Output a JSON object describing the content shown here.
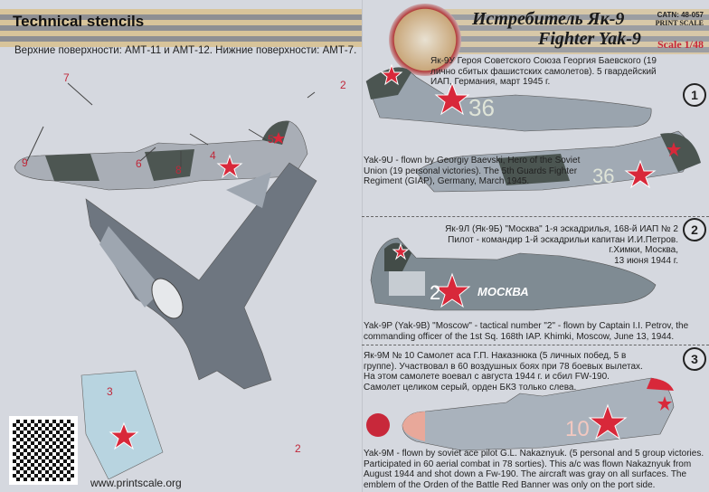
{
  "left": {
    "title": "Technical stencils",
    "paint_note": "Верхние поверхности: АМТ-11 и АМТ-12. Нижние поверхности: АМТ-7.",
    "callouts": [
      "7",
      "2",
      "5",
      "4",
      "8",
      "6",
      "9",
      "3",
      "2"
    ],
    "url": "www.printscale.org"
  },
  "header": {
    "title_ru": "Истребитель Як-9",
    "title_en": "Fighter Yak-9",
    "catalog": "CATN: 48-057",
    "brand": "PRINT SCALE",
    "scale": "Scale 1/48"
  },
  "profiles": [
    {
      "number": "1",
      "desc_ru": "Як-9У Героя Советского Союза Георгия Баевского (19 лично сбитых фашистских самолетов). 5 гвардейский ИАП, Германия, март 1945 г.",
      "desc_en": "Yak-9U - flown by Georgiy Baevski, Hero of the Soviet Union (19 personal victories). The 5th Guards Fighter Regiment (GIAP), Germany, March 1945.",
      "tail_number": "36"
    },
    {
      "number": "2",
      "desc_ru_1": "Як-9Л (Як-9Б) \"Москва\" 1-я эскадрилья, 168-й ИАП № 2",
      "desc_ru_2": "Пилот - командир 1-й эскадрильи капитан И.И.Петров. г.Химки, Москва,",
      "desc_ru_3": "13 июня 1944 г.",
      "desc_en": "Yak-9P (Yak-9B) \"Moscow\" - tactical number \"2\" - flown by Captain I.I. Petrov, the commanding officer of the 1st Sq. 168th IAP. Khimki, Moscow, June 13, 1944.",
      "tail_number": "2",
      "inscription": "МОСКВА"
    },
    {
      "number": "3",
      "desc_ru": "Як-9М № 10 Самолет аса Г.П. Наказнюка (5 личных побед, 5 в группе). Участвовал в 60 воздушных боях при 78 боевых вылетах. На этом самолете воевал с августа 1944 г. и сбил FW-190. Самолет целиком серый, орден БКЗ только слева.",
      "desc_en": "Yak-9M - flown by soviet ace pilot G.L. Nakaznyuk. (5 personal and 5 group victories. Participated in 60 aerial combat in 78 sorties). This a/c was flown Nakaznyuk from August 1944 and shot down a Fw-190. The aircraft was gray on all surfaces. The emblem of the Orden of the Battle Red Banner was only on the port side.",
      "tail_number": "10"
    }
  ]
}
